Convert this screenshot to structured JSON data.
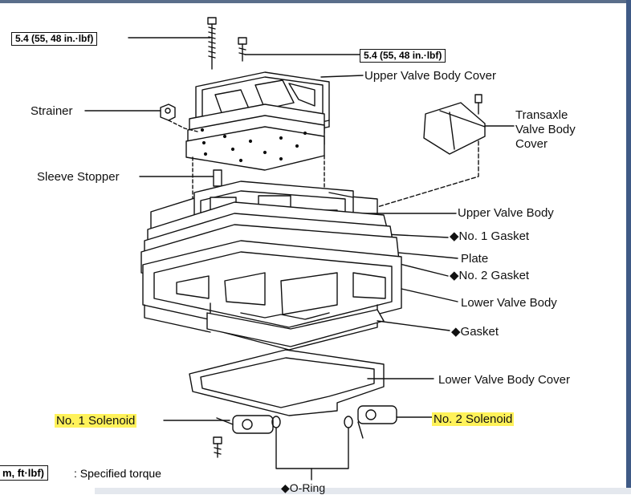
{
  "torque_top_left": "5.4 (55, 48 in.·lbf)",
  "torque_top_right": "5.4 (55, 48 in.·lbf)",
  "labels": {
    "upper_valve_body_cover": "Upper Valve Body Cover",
    "strainer": "Strainer",
    "transaxle_cover_1": "Transaxle",
    "transaxle_cover_2": "Valve Body",
    "transaxle_cover_3": "Cover",
    "sleeve_stopper": "Sleeve Stopper",
    "upper_valve_body": "Upper Valve Body",
    "no1_gasket": "◆No. 1 Gasket",
    "plate": "Plate",
    "no2_gasket": "◆No. 2 Gasket",
    "lower_valve_body": "Lower Valve Body",
    "gasket": "◆Gasket",
    "lower_valve_body_cover": "Lower Valve Body Cover",
    "no1_solenoid": "No. 1 Solenoid",
    "no2_solenoid": "No. 2 Solenoid",
    "o_ring": "◆O-Ring"
  },
  "legend": {
    "unit_box": "m, ft·lbf)",
    "text": ": Specified torque"
  },
  "colors": {
    "highlight": "#fff25a",
    "line": "#111111"
  }
}
